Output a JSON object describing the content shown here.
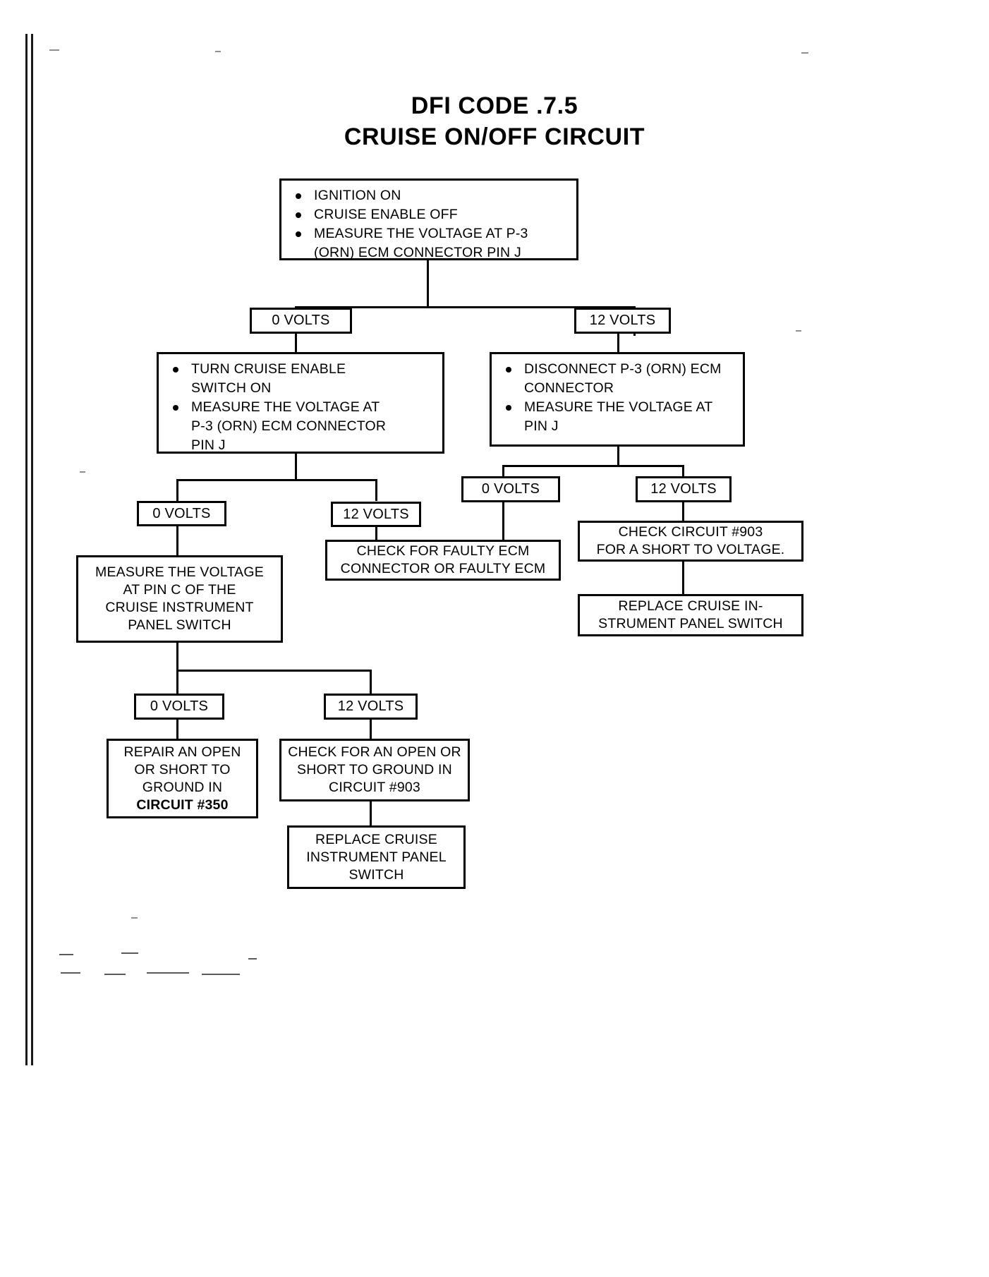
{
  "document": {
    "title_line_1": "DFI CODE .7.5",
    "title_line_2": "CRUISE ON/OFF CIRCUIT"
  },
  "nodes": {
    "start": {
      "name": "initial-test-box",
      "bullets": [
        "IGNITION ON",
        "CRUISE ENABLE OFF",
        "MEASURE THE VOLTAGE AT P-3"
      ],
      "continuation": "(ORN) ECM CONNECTOR PIN J"
    },
    "branch_l1_left": {
      "label": "0 VOLTS"
    },
    "branch_l1_right": {
      "label": "12 VOLTS"
    },
    "left_test": {
      "name": "turn-cruise-enable-box",
      "bullets": [
        "TURN CRUISE ENABLE",
        "MEASURE THE VOLTAGE AT"
      ],
      "cont_1": "SWITCH ON",
      "cont_2a": "P-3 (ORN) ECM CONNECTOR",
      "cont_2b": "PIN J"
    },
    "right_test": {
      "name": "disconnect-ecm-box",
      "bullets": [
        "DISCONNECT P-3 (ORN) ECM",
        "MEASURE THE VOLTAGE AT"
      ],
      "cont_1": "CONNECTOR",
      "cont_2": "PIN J"
    },
    "left_l2_left": {
      "label": "0 VOLTS"
    },
    "left_l2_right": {
      "label": "12 VOLTS"
    },
    "right_l2_left": {
      "label": "0 VOLTS"
    },
    "right_l2_right": {
      "label": "12 VOLTS"
    },
    "faulty_ecm": {
      "name": "check-faulty-ecm-box",
      "lines": [
        "CHECK FOR FAULTY ECM",
        "CONNECTOR OR FAULTY ECM"
      ]
    },
    "short_to_voltage": {
      "name": "check-circuit-903-short-voltage-box",
      "lines": [
        "CHECK CIRCUIT #903",
        "FOR A SHORT TO VOLTAGE."
      ]
    },
    "replace_cruise_panel_right": {
      "name": "replace-cruise-panel-switch-box-right",
      "lines": [
        "REPLACE CRUISE IN-",
        "STRUMENT PANEL SWITCH"
      ]
    },
    "measure_pin_c": {
      "name": "measure-pin-c-box",
      "lines": [
        "MEASURE THE VOLTAGE",
        "AT PIN C OF THE",
        "CRUISE INSTRUMENT",
        "PANEL SWITCH"
      ]
    },
    "left_l3_left": {
      "label": "0 VOLTS"
    },
    "left_l3_right": {
      "label": "12 VOLTS"
    },
    "repair_350": {
      "name": "repair-open-short-circuit-350-box",
      "lines": [
        "REPAIR AN OPEN",
        "OR SHORT TO",
        "GROUND IN",
        "CIRCUIT #350"
      ]
    },
    "check_903_ground": {
      "name": "check-open-short-ground-circuit-903-box",
      "lines": [
        "CHECK FOR AN OPEN OR",
        "SHORT TO GROUND IN",
        "CIRCUIT #903"
      ]
    },
    "replace_cruise_panel_bottom": {
      "name": "replace-cruise-instrument-panel-switch-box-bottom",
      "lines": [
        "REPLACE CRUISE",
        "INSTRUMENT PANEL",
        "SWITCH"
      ]
    }
  },
  "colors": {
    "ink": "#000000",
    "paper": "#ffffff",
    "scan_speck": "#8e8e8e"
  }
}
